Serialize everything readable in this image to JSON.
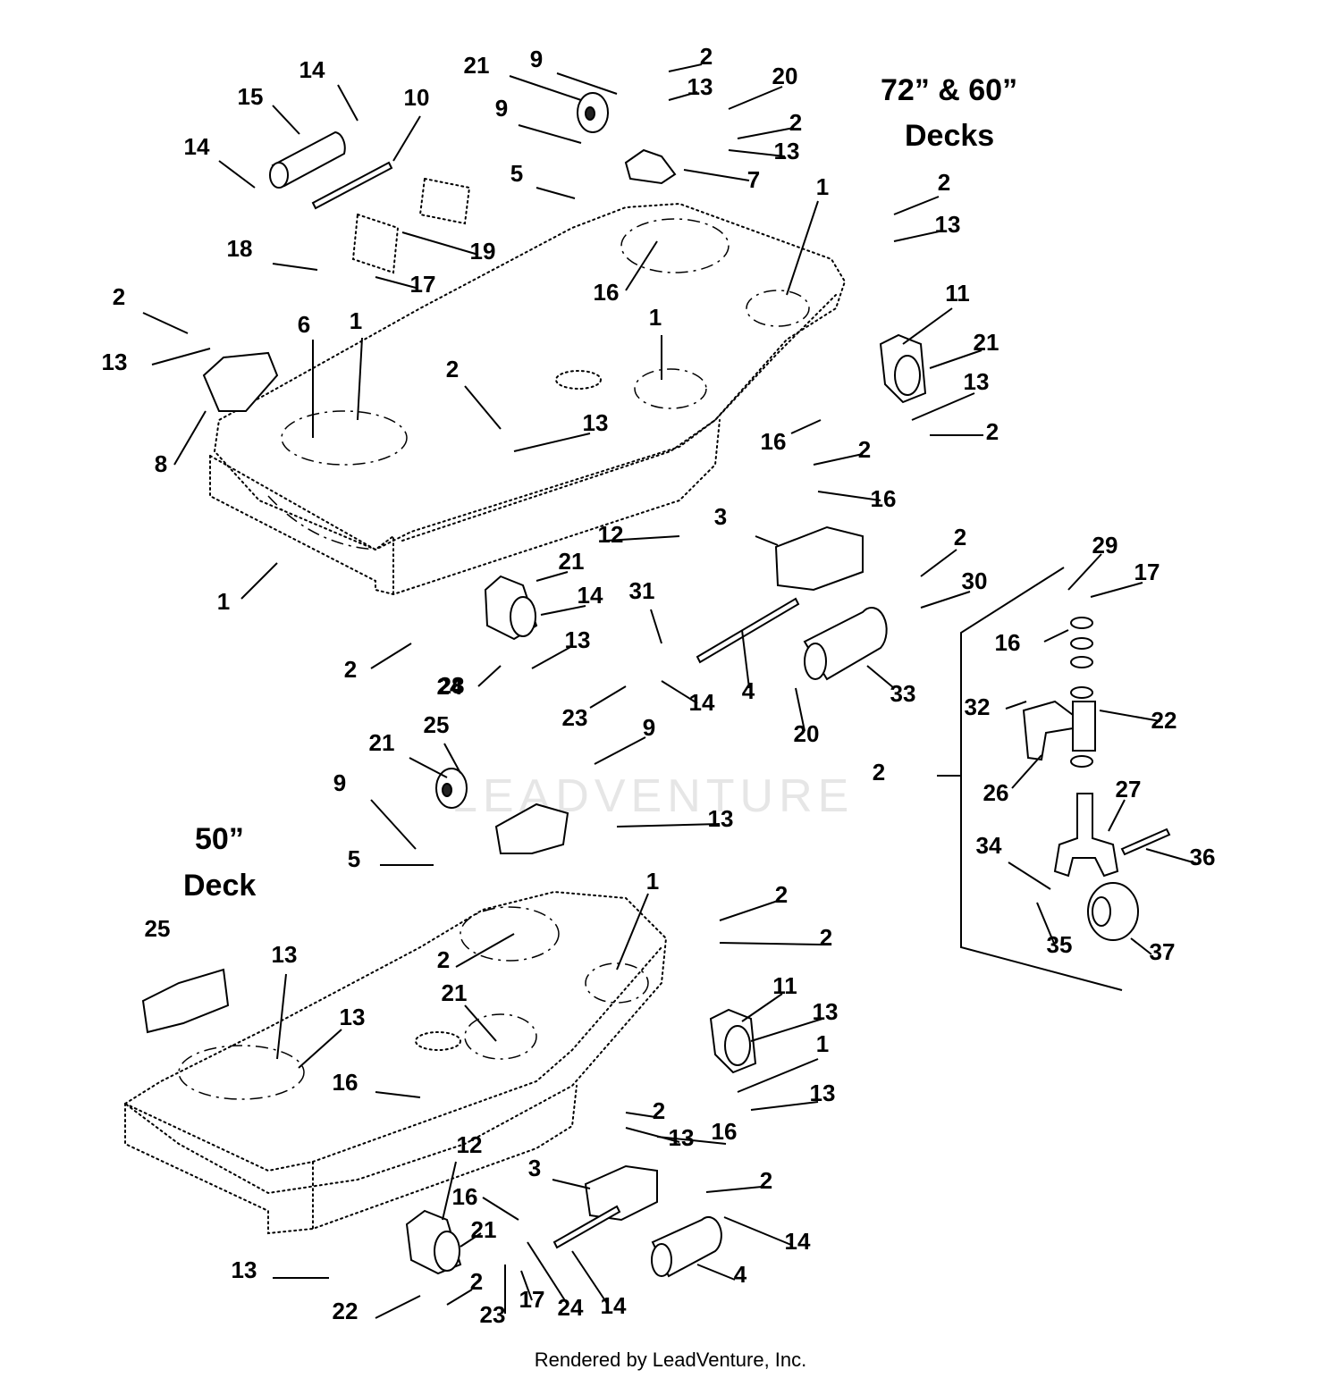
{
  "headings": {
    "upper_line1": "72” & 60”",
    "upper_line2": "Decks",
    "lower_line1": "50”",
    "lower_line2": "Deck"
  },
  "watermark": "LEADVENTURE",
  "footer": "Rendered by LeadVenture, Inc.",
  "callouts": [
    "9",
    "2",
    "21",
    "13",
    "20",
    "14",
    "15",
    "10",
    "9",
    "2",
    "13",
    "14",
    "5",
    "7",
    "1",
    "2",
    "13",
    "19",
    "18",
    "17",
    "16",
    "11",
    "2",
    "21",
    "1",
    "6",
    "1",
    "2",
    "13",
    "13",
    "16",
    "2",
    "8",
    "2",
    "13",
    "3",
    "16",
    "2",
    "12",
    "1",
    "21",
    "14",
    "30",
    "29",
    "17",
    "31",
    "16",
    "2",
    "13",
    "24",
    "4",
    "33",
    "32",
    "22",
    "23",
    "14",
    "20",
    "9",
    "21",
    "25",
    "2",
    "26",
    "27",
    "28",
    "9",
    "13",
    "50",
    "34",
    "36",
    "5",
    "1",
    "2",
    "25",
    "13",
    "35",
    "37",
    "11",
    "2",
    "13",
    "21",
    "1",
    "13",
    "13",
    "2",
    "16",
    "2",
    "13",
    "3",
    "12",
    "2",
    "16",
    "21",
    "14",
    "4",
    "16",
    "2",
    "13",
    "22",
    "23",
    "17",
    "24",
    "14"
  ]
}
